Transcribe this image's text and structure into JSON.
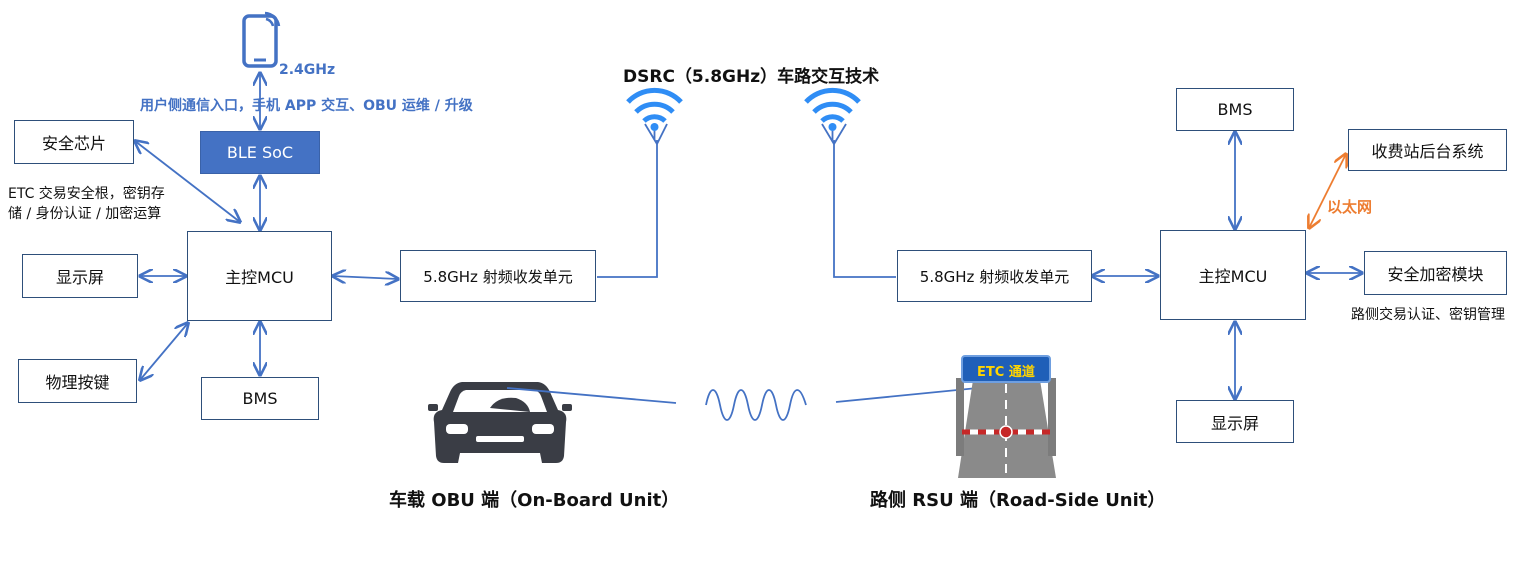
{
  "obu": {
    "phone_freq": "2.4GHz",
    "phone_desc": "用户侧通信入口，手机 APP 交互、OBU 运维 / 升级",
    "ble": "BLE SoC",
    "security_chip": "安全芯片",
    "security_desc": [
      "ETC 交易安全根，密钥存",
      "储 / 身份认证 / 加密运算"
    ],
    "display": "显示屏",
    "mcu": "主控MCU",
    "rf": "5.8GHz  射频收发单元",
    "button": "物理按键",
    "bms": "BMS",
    "caption": "车载 OBU 端（On-Board Unit）"
  },
  "link": {
    "title": "DSRC（5.8GHz）车路交互技术"
  },
  "rsu": {
    "rf": "5.8GHz  射频收发单元",
    "mcu": "主控MCU",
    "bms": "BMS",
    "backend": "收费站后台系统",
    "ethernet": "以太网",
    "crypto": "安全加密模块",
    "crypto_desc": "路侧交易认证、密钥管理",
    "display": "显示屏",
    "sign": "ETC 通道",
    "caption": "路侧 RSU 端（Road-Side Unit）"
  },
  "colors": {
    "blue": "#4472c4",
    "orange": "#ed7d31",
    "dark_border": "#2e4f7a"
  },
  "icons": [
    "phone-icon",
    "wifi-signal-icon",
    "car-icon",
    "etc-gate-icon",
    "wave-icon"
  ]
}
